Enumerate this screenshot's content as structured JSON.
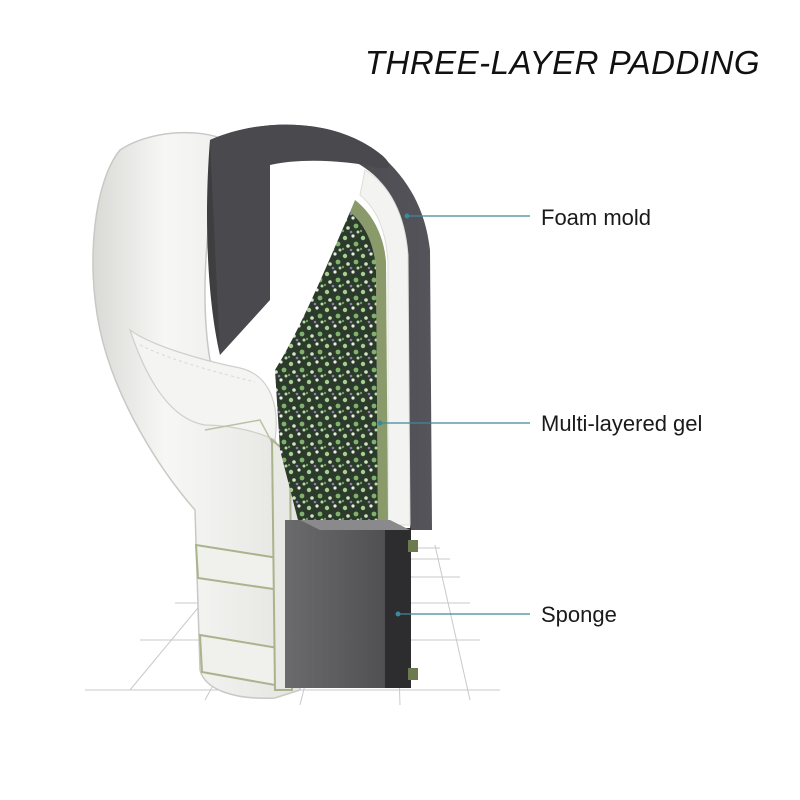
{
  "title": "THREE-LAYER PADDING",
  "callouts": {
    "foam": {
      "label": "Foam mold",
      "line_color": "#3a8a9a"
    },
    "gel": {
      "label": "Multi-layered gel",
      "line_color": "#3a8a9a"
    },
    "sponge": {
      "label": "Sponge",
      "line_color": "#3a8a9a"
    }
  },
  "colors": {
    "leather": "#f2f2f0",
    "shell": "#474649",
    "gel_base": "#2c3a2c",
    "gel_fleck": "#9fc98a",
    "sponge": "#5d5d5f",
    "liner": "#8a9a6a"
  }
}
